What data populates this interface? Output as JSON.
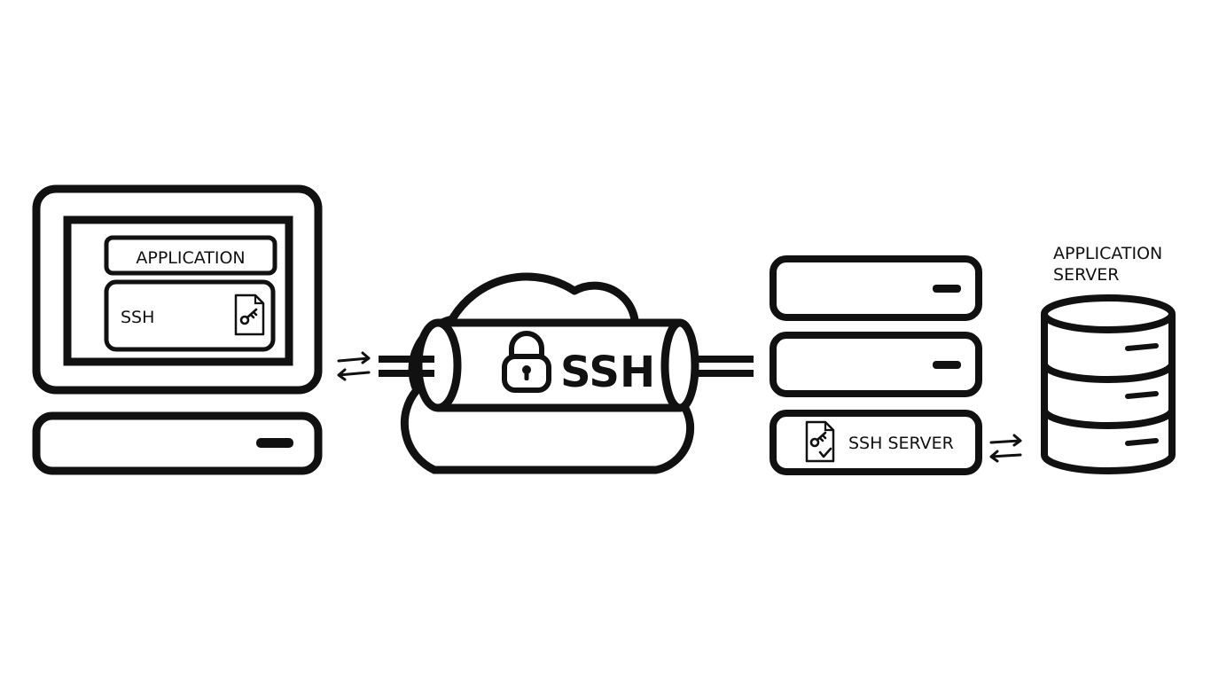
{
  "colors": {
    "stroke": "#111111",
    "background": "#ffffff"
  },
  "client": {
    "app_label": "APPLICATION",
    "ssh_label": "SSH",
    "key_icon": "key-file-icon"
  },
  "tunnel": {
    "label": "SSH",
    "lock_icon": "padlock-icon"
  },
  "server": {
    "ssh_server_label": "SSH SERVER",
    "cert_icon": "certificate-key-icon"
  },
  "app_server": {
    "label_line1": "APPLICATION",
    "label_line2": "SERVER",
    "icon": "database-icon"
  },
  "arrows": {
    "icon": "bidirectional-arrows-icon"
  }
}
